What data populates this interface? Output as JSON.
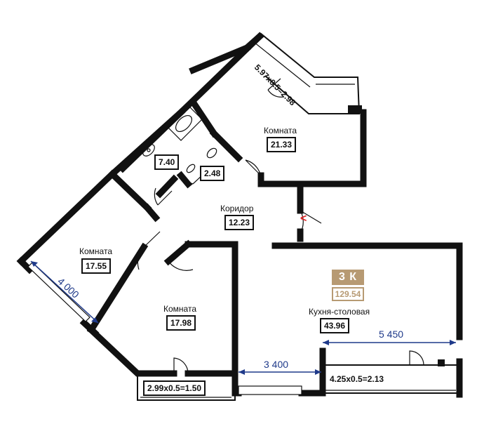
{
  "rooms": {
    "room_top_label": "Комната",
    "room_top_area": "21.33",
    "room_left_label": "Комната",
    "room_left_area": "17.55",
    "room_bottom_label": "Комната",
    "room_bottom_area": "17.98",
    "corridor_label": "Коридор",
    "corridor_area": "12.23",
    "kitchen_label": "Кухня-столовая",
    "kitchen_area": "43.96",
    "bath_area": "7.40",
    "wc_area": "2.48"
  },
  "balconies": {
    "top": "5.97x0.5=2.98",
    "bottom_left": "2.99x0.5=1.50",
    "bottom_right": "4.25x0.5=2.13"
  },
  "dimensions": {
    "left_diagonal": "4 000",
    "bottom_middle": "3 400",
    "kitchen_width": "5 450"
  },
  "apartment": {
    "type": "3 К",
    "total_area": "129.54"
  },
  "entrance_symbol": "<",
  "colors": {
    "accent": "#b79a73",
    "dimension": "#1f3a8a",
    "entrance": "#dd2222"
  }
}
